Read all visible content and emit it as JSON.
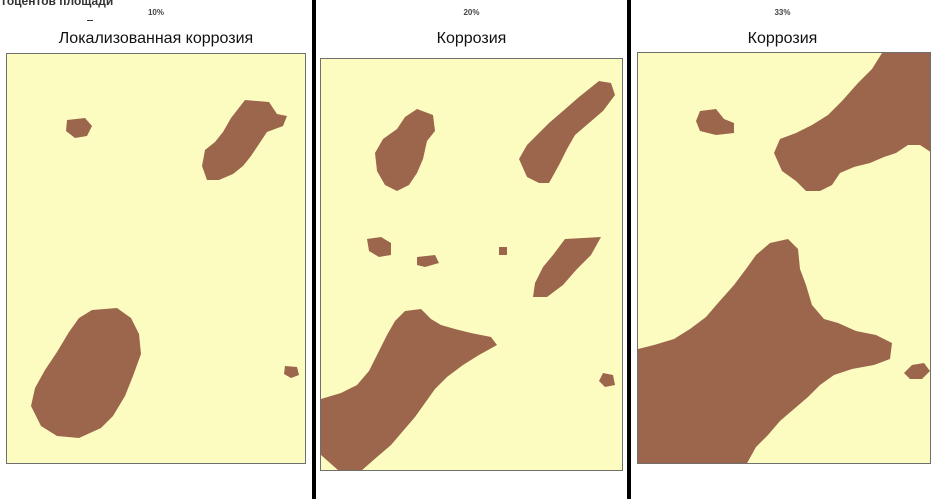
{
  "header_fragment": "гоцентов площади",
  "panels": [
    {
      "percent": "10%",
      "title": "Локализованная коррозия"
    },
    {
      "percent": "20%",
      "title": "Коррозия"
    },
    {
      "percent": "33%",
      "title": "Коррозия"
    }
  ],
  "colors": {
    "background": "#fdfcc0",
    "corrosion": "#9c664c",
    "divider": "#000000"
  }
}
